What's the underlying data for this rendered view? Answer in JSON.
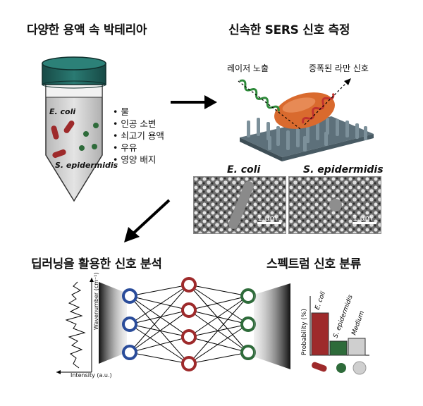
{
  "titles": {
    "bacteria": "다양한 용액 속 박테리아",
    "sers": "신속한 SERS 신호 측정",
    "deep": "딥러닝을 활용한 신호 분석",
    "classify": "스펙트럼 신호 분류"
  },
  "tube": {
    "ecoli": "E. coli",
    "sepi": "S. epidermidis",
    "media": [
      "물",
      "인공 소변",
      "쇠고기 용액",
      "우유",
      "영양 배지"
    ]
  },
  "sers": {
    "laser": "레이저 노출",
    "raman": "증폭된 라만 신호"
  },
  "sem": {
    "ecoli_label": "E. coli",
    "sepi_label": "S. epidermidis",
    "scale": "1 μm"
  },
  "spectrum": {
    "xlabel": "Intensity (a.u.)",
    "ylabel": "Wavenumber (cm⁻¹)"
  },
  "chart_data": {
    "type": "bar",
    "ylabel": "Probability (%)",
    "categories": [
      "E. coli",
      "S. epidermidis",
      "Medium"
    ],
    "values": [
      0.75,
      0.25,
      0.3
    ],
    "colors": [
      "#9e2a2b",
      "#2e6b3a",
      "#cfcfcf"
    ]
  },
  "colors": {
    "ecoli": "#9e2a2b",
    "sepi": "#2e6b3a",
    "input": "#2a4c9a",
    "cap": "#1f5f5a"
  }
}
